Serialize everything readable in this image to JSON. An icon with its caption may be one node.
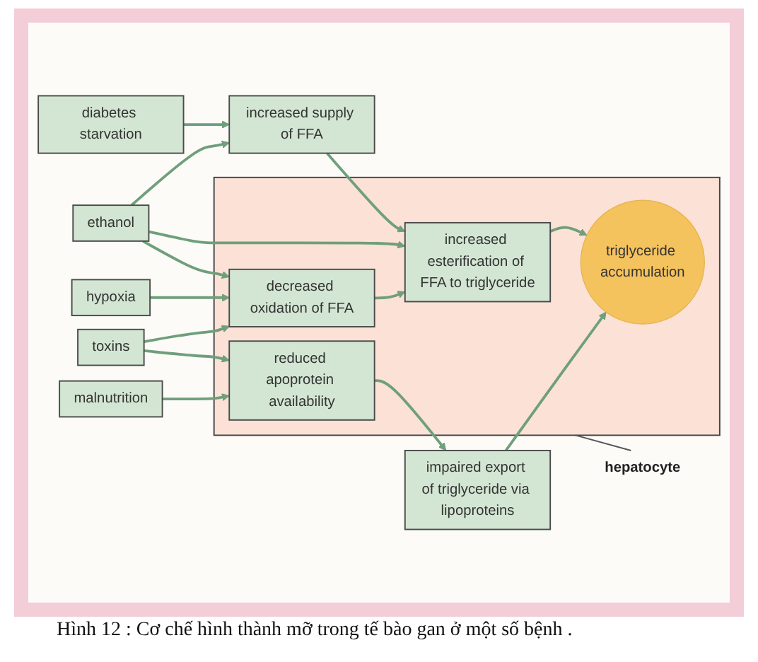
{
  "diagram": {
    "caption": "Hình 12 : Cơ chế hình thành mỡ trong tế bào gan ở một số bệnh .",
    "nodes": [
      {
        "text": [
          "diabetes starvation"
        ]
      },
      {
        "text": [
          "ethanol"
        ]
      },
      {
        "text": [
          "hypoxia"
        ]
      },
      {
        "text": [
          "toxins"
        ]
      },
      {
        "text": [
          "malnutrition"
        ]
      },
      {
        "text": [
          "increased supply of FFA"
        ]
      },
      {
        "text": [
          "hepatocyte"
        ]
      },
      {
        "text": [],
        "shape": "cell"
      },
      {
        "text": [
          "increased esterification of FFA to triglyceride"
        ],
        "in": 7
      },
      {
        "text": [
          "decreased oxidation of FFA"
        ],
        "in": 7
      },
      {
        "text": [
          "reduced apoprotein availability"
        ],
        "in": 7
      },
      {
        "text": [
          "triglyceride accumulation"
        ],
        "in": 7
      },
      {
        "text": [
          "impaired export of triglyceride via lipoproteins"
        ]
      }
    ],
    "edges": [
      {
        "from": 0,
        "to": 5,
        "arrow": "to"
      },
      {
        "from": 1,
        "to": 5,
        "arrow": "to"
      },
      {
        "from": 1,
        "to": 8,
        "arrow": "to"
      },
      {
        "from": 1,
        "to": 9,
        "arrow": "to"
      },
      {
        "from": 2,
        "to": 9,
        "arrow": "to"
      },
      {
        "from": 3,
        "to": 9,
        "arrow": "to"
      },
      {
        "from": 3,
        "to": 10,
        "arrow": "to"
      },
      {
        "from": 4,
        "to": 10,
        "arrow": "to"
      },
      {
        "from": 5,
        "to": 8,
        "arrow": "to"
      },
      {
        "from": 9,
        "to": 8,
        "arrow": "to"
      },
      {
        "from": 8,
        "to": 11,
        "arrow": "to"
      },
      {
        "from": 10,
        "to": 12,
        "arrow": "to"
      },
      {
        "from": 12,
        "to": 11,
        "arrow": "to"
      },
      {
        "from": 6,
        "to": 7,
        "arrow": "none",
        "color": "#555555"
      }
    ]
  }
}
